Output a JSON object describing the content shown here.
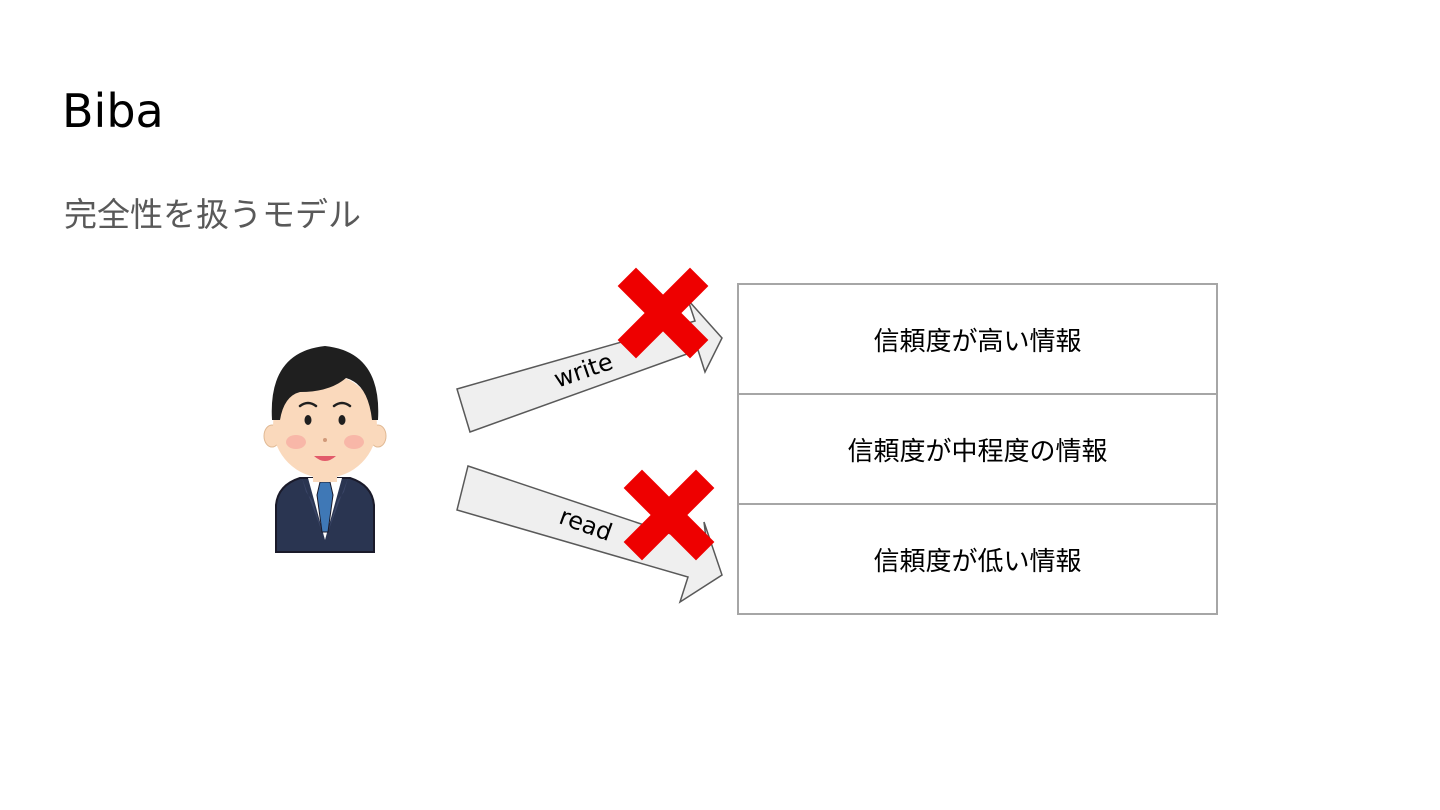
{
  "slide": {
    "title": "Biba",
    "subtitle": "完全性を扱うモデル"
  },
  "arrows": {
    "write_label": "write",
    "read_label": "read"
  },
  "levels": [
    "信頼度が高い情報",
    "信頼度が中程度の情報",
    "信頼度が低い情報"
  ],
  "colors": {
    "cross": "#ee0000",
    "arrow_fill": "#efefef",
    "arrow_stroke": "#595959",
    "table_border": "#a6a6a6"
  },
  "icons": {
    "person": "businessman-icon",
    "denied": "cross-mark-icon"
  }
}
